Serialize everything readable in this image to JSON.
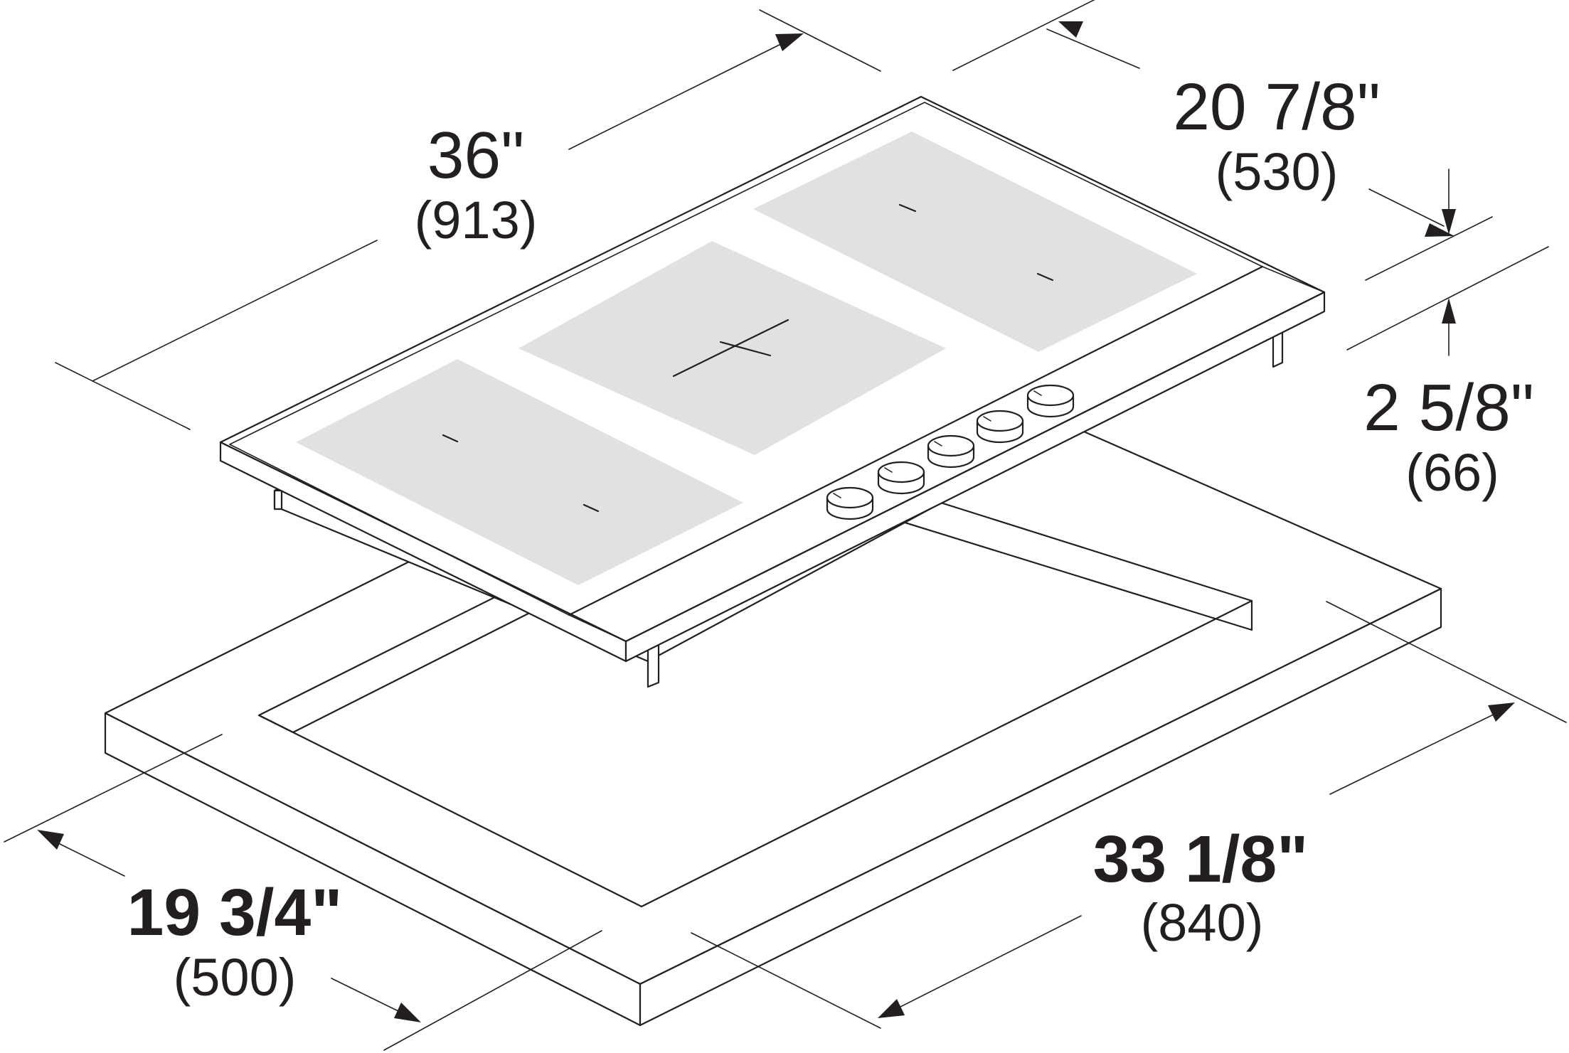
{
  "dimensions": {
    "appliance_width": {
      "imperial": "36\"",
      "metric": "(913)"
    },
    "appliance_depth": {
      "imperial": "20 7/8\"",
      "metric": "(530)"
    },
    "appliance_height": {
      "imperial": "2 5/8\"",
      "metric": "(66)"
    },
    "cutout_width": {
      "imperial": "33 1/8\"",
      "metric": "(840)"
    },
    "cutout_depth": {
      "imperial": "19 3/4\"",
      "metric": "(500)"
    }
  },
  "colors": {
    "line": "#231f20",
    "cooking_zone": "#e1e1e1",
    "background": "#ffffff"
  }
}
